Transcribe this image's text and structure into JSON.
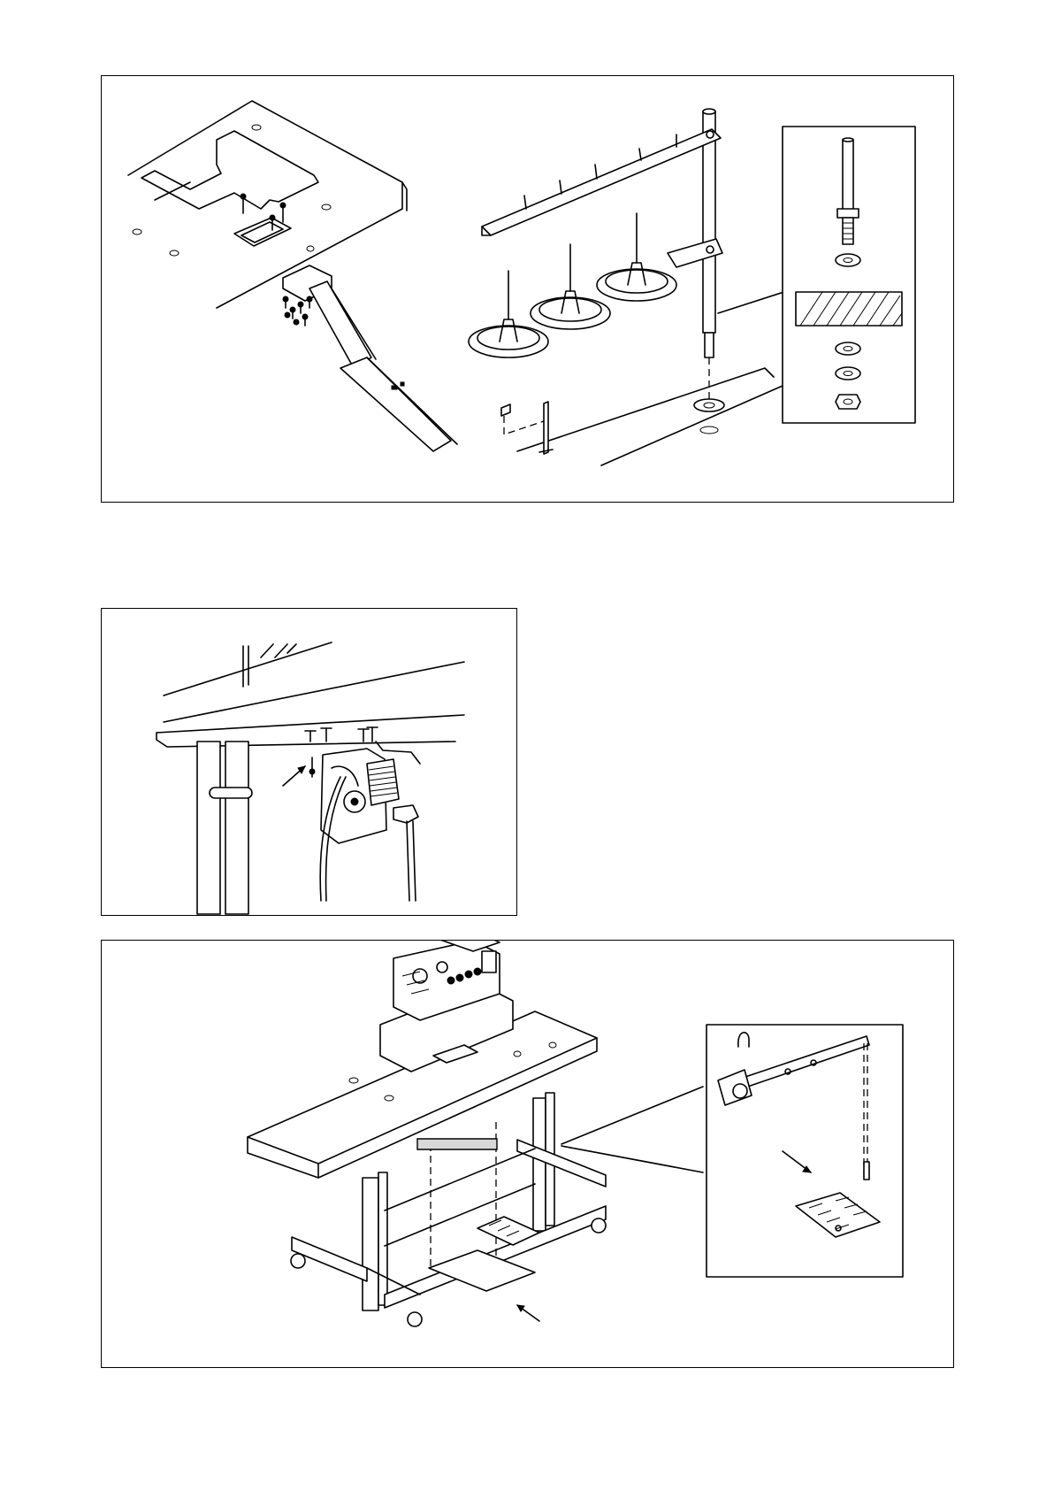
{
  "document": {
    "type": "installation illustrations (sewing machine table assembly)"
  },
  "figures": [
    {
      "id": "thread-stand-installation",
      "labels": []
    },
    {
      "id": "motor-mounting-under-table",
      "labels": []
    },
    {
      "id": "pedal-chain-installation",
      "labels": []
    }
  ]
}
